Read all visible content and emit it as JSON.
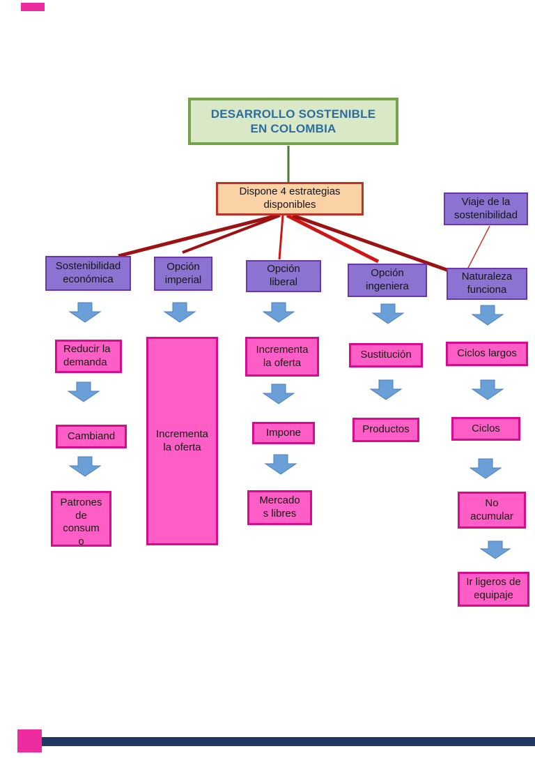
{
  "page": {
    "kind": "concept-map slide",
    "background": "#ffffff"
  },
  "colors": {
    "title_fill": "#d9e8c7",
    "title_border": "#74a348",
    "title_text": "#2c6da0",
    "strategy_fill": "#fbd2a6",
    "strategy_border": "#bf3026",
    "purple_fill": "#8c73d1",
    "purple_border": "#6a35ad",
    "pink_fill": "#ff5ec6",
    "pink_border": "#d60b90",
    "arrow_blue": "#6b9fd8",
    "arrow_blue_border": "#4a7fc1",
    "connector_dark_red": "#9c1212",
    "connector_bright_red": "#d11414",
    "connector_thin_red": "#cc3333",
    "connector_green": "#4b7a33",
    "footer_bar": "#1f3864",
    "decoration_pink": "#ef2c9f"
  },
  "nodes": {
    "title": {
      "text": "DESARROLLO SOSTENIBLE\nEN COLOMBIA"
    },
    "dispone": {
      "text": "Dispone 4 estrategias\ndisponibles"
    },
    "viaje": {
      "text": "Viaje de la\nsostenibilidad"
    },
    "sost_econ": {
      "text": "Sostenibilidad\neconómica"
    },
    "imperial": {
      "text": "Opción\nimperial"
    },
    "liberal": {
      "text": "Opción\nliberal"
    },
    "ingeniera": {
      "text": "Opción\ningeniera"
    },
    "naturaleza": {
      "text": "Naturaleza\nfunciona"
    },
    "reducir": {
      "text": "Reducir la\ndemanda"
    },
    "incrementa_tall": {
      "text": "Incrementa\nla oferta"
    },
    "incrementa": {
      "text": "Incrementa\nla oferta"
    },
    "sustitucion": {
      "text": "Sustitución"
    },
    "ciclos_largos": {
      "text": "Ciclos largos"
    },
    "cambiand": {
      "text": "Cambiand"
    },
    "impone": {
      "text": "Impone"
    },
    "productos": {
      "text": "Productos"
    },
    "ciclos": {
      "text": "Ciclos"
    },
    "patrones": {
      "text": "Patrones\nde\nconsum\no"
    },
    "mercados": {
      "text": "Mercado\ns libres"
    },
    "no_acumular": {
      "text": "No\nacumular"
    },
    "ir_ligeros": {
      "text": "Ir ligeros de\nequipaje"
    }
  }
}
